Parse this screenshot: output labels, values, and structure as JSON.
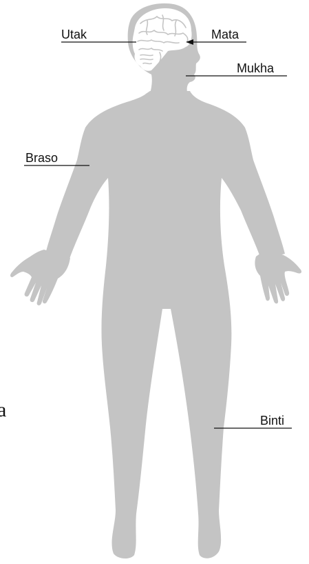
{
  "labels": {
    "brain": "Utak",
    "eye": "Mata",
    "face": "Mukha",
    "arm": "Braso",
    "shin": "Binti"
  },
  "stray_glyph": "a",
  "colors": {
    "body": "#c4c4c4",
    "brain": "#ffffff",
    "text": "#111111",
    "background": "#ffffff"
  }
}
